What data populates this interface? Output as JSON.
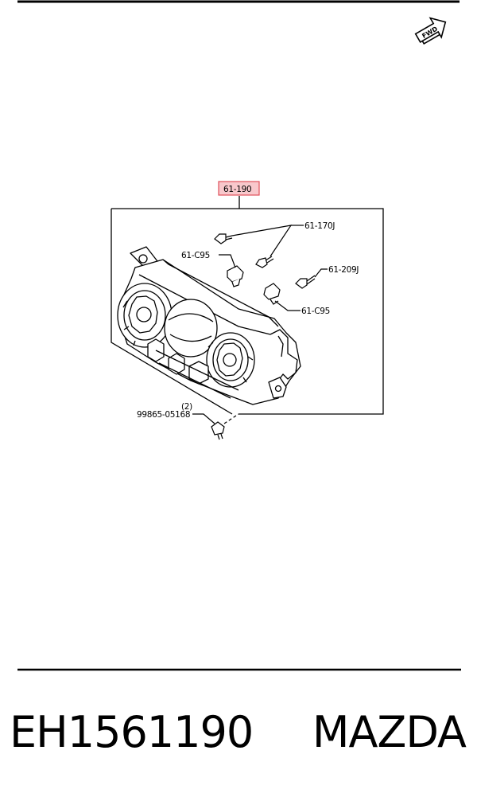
{
  "colors": {
    "highlight_fill": "#f8c8cc",
    "highlight_border": "#e0505a",
    "ink": "#000000"
  },
  "fwd_arrow": {
    "label": "FWD"
  },
  "callouts": {
    "main_assembly": "61-190",
    "bolt_pair": "61-170J",
    "clip_upper": "61-C95",
    "screw_right": "61-209J",
    "clip_lower": "61-C95",
    "screw_bottom_qty": "(2)",
    "screw_bottom": "99865-05168"
  },
  "footer": {
    "part_number": "EH1561190",
    "brand": "MAZDA"
  }
}
